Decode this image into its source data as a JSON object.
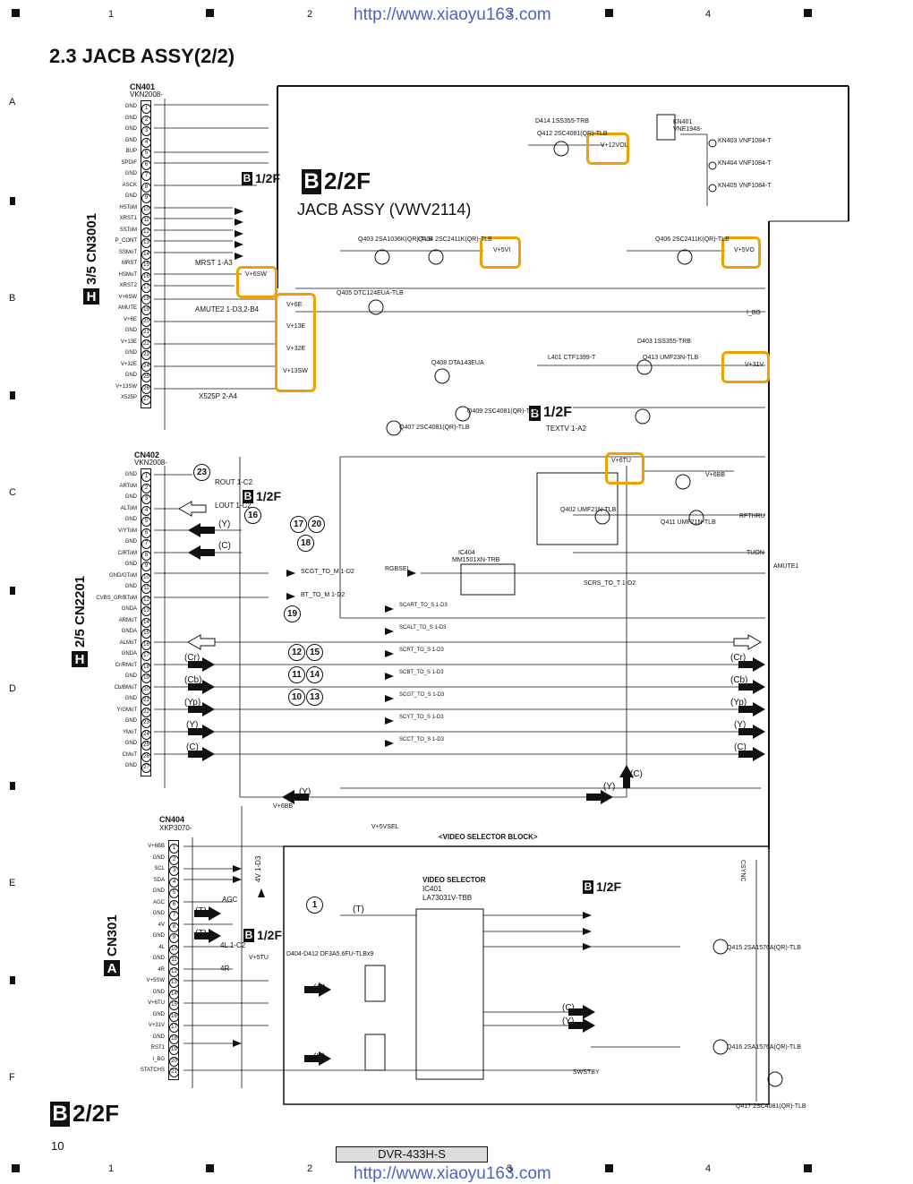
{
  "page": {
    "title": "2.3 JACB ASSY(2/2)",
    "page_number": "10",
    "model": "DVR-433H-S",
    "url": "http://www.xiaoyu163.com",
    "ruler_cols": [
      "1",
      "2",
      "3",
      "4"
    ],
    "ruler_rows": [
      "A",
      "B",
      "C",
      "D",
      "E",
      "F"
    ]
  },
  "tags": {
    "b22_top": "2/2F",
    "b22_bottom": "2/2F",
    "b12": "1/2F",
    "b_letter": "B",
    "h_letter": "H",
    "a_letter": "A",
    "assy_name": "JACB ASSY (VWV2114)",
    "cn3001": "3/5 CN3001",
    "cn2201": "2/5 CN2201",
    "cn301": "CN301",
    "video_selector_block": "<VIDEO SELECTOR BLOCK>",
    "video_selector": "VIDEO SELECTOR",
    "ic401": "IC401",
    "ic401_part": "LA73031V-TBB"
  },
  "connectors": {
    "cn401": {
      "name": "CN401",
      "part": "VKN2008-",
      "pins": [
        "GND",
        "GND",
        "GND",
        "GND",
        "BUP",
        "SPDIF",
        "GND",
        "ASCK",
        "GND",
        "HSToM",
        "XRST1",
        "SSToM",
        "P_CONT",
        "SSMoT",
        "MRST",
        "HSMoT",
        "XRST2",
        "V+6SW",
        "AMUTE",
        "V+6E",
        "GND",
        "V+13E",
        "GND",
        "V+32E",
        "GND",
        "V+13SW",
        "X525P"
      ]
    },
    "cn402": {
      "name": "CN402",
      "part": "VKN2008-",
      "pins": [
        "GND",
        "ARToM",
        "GND",
        "ALToM",
        "GND",
        "V/YToM",
        "GND",
        "C/RToM",
        "GND",
        "GND/GToM",
        "GND",
        "CVBS_GR/BToM",
        "GNDA",
        "ARMoT",
        "GNDA",
        "ALMoT",
        "GNDA",
        "Cr/RMoT",
        "GND",
        "Cb/BMoT",
        "GND",
        "Y/GMoT",
        "GND",
        "YMoT",
        "GND",
        "CMoT",
        "GND"
      ]
    },
    "cn404": {
      "name": "CN404",
      "part": "XKP3070-",
      "pins": [
        "V+6BB",
        "GND",
        "SCL",
        "SDA",
        "GND",
        "AGC",
        "GND",
        "4V",
        "GND",
        "4L",
        "GND",
        "4R",
        "V+5SW",
        "GND",
        "V+6TU",
        "GND",
        "V+31V",
        "GND",
        "RST1",
        "I_BG",
        "STATCHS"
      ]
    }
  },
  "labels": {
    "v12vol": "V+12VOL",
    "v5vi": "V+5VI",
    "v5vo": "V+5VO",
    "v31v": "V+31V",
    "v6tu": "V+6TU",
    "v6sw": "V+6SW",
    "v6e": "V+6E",
    "v13e": "V+13E",
    "v32e": "V+32E",
    "v13sw": "V+13SW",
    "v6bb": "V+6BB",
    "v5tu": "V+5TU",
    "v5vsel": "V+5VSEL",
    "rfthru": "RFTHRU",
    "tuon": "TUON",
    "amute1": "AMUTE1",
    "ibg": "I_BG",
    "csync": "CSYNC",
    "swstby": "SWSTBY",
    "ic404": "IC404",
    "ic404_part": "MM1501XN-TRB",
    "kn401": "KN401",
    "kn401_part": "VNE1948-",
    "kn403": "KN403 VNF1084-T",
    "kn404": "KN404 VNF1084-T",
    "kn405": "KN405 VNF1084-T",
    "q403": "Q403 2SA1036K(QR)-TLB",
    "q404": "Q404 2SC2411K(QR)-TLB",
    "q406": "Q406 2SC2411K(QR)-TLB",
    "q405": "Q405 DTC124EUA-TLB",
    "q408": "Q408 DTA143EUA",
    "q409": "Q409 2SC4081(QR)-TLB",
    "q407": "Q407 2SC4081(QR)-TLB",
    "q412": "Q412 2SC4081(QR)-TLB",
    "d414": "D414 1SS355-TRB",
    "d403": "D403 1SS355-TRB",
    "q413": "Q413 UMF23N-TLB",
    "q402": "Q402 UMF21N-TLB",
    "q411": "Q411 UMF21N-TLB",
    "q415": "Q415 2SA1576A(QR)-TLB",
    "q416": "Q416 2SA1576A(QR)-TLB",
    "q417": "Q417 2SC4081(QR)-TLB",
    "d404": "D404-D412 DF3A5.6FU-TLBx9",
    "l401": "L401 CTF1399-T",
    "mrst": "MRST 1-A3",
    "amute2": "AMUTE2 1-D3,2-B4",
    "x525p": "X525P 2-A4",
    "textv": "TEXTV 1-A2",
    "rout": "ROUT 1-C2",
    "lout": "LOUT 1-C2",
    "scgt": "SCGT_TO_M 1-D2",
    "bttom": "BT_TO_M 1-D2",
    "rgbsel": "RGBSEL",
    "scrs": "SCRS_TO_T 1-D2",
    "scart1": "SCART_TO_S 1-D3",
    "scalt": "SCALT_TO_S 1-D3",
    "scrt": "SCRT_TO_S 1-D3",
    "scbt": "SCBT_TO_S 1-D3",
    "scgt2": "SCGT_TO_S 1-D3",
    "scyt": "SCYT_TO_S 1-D3",
    "scct": "SCCT_TO_S 1-D3",
    "four_l": "4L 1-C2",
    "four_r": "4R",
    "agc": "AGC",
    "four_v": "4V 1-D3",
    "sig_y": "(Y)",
    "sig_c": "(C)",
    "sig_cr": "(Cr)",
    "sig_cb": "(Cb)",
    "sig_yp": "(Yp)",
    "sig_t": "(T)"
  },
  "circled_refs": [
    "23",
    "16",
    "17",
    "20",
    "18",
    "19",
    "12",
    "15",
    "11",
    "14",
    "10",
    "13",
    "1"
  ]
}
